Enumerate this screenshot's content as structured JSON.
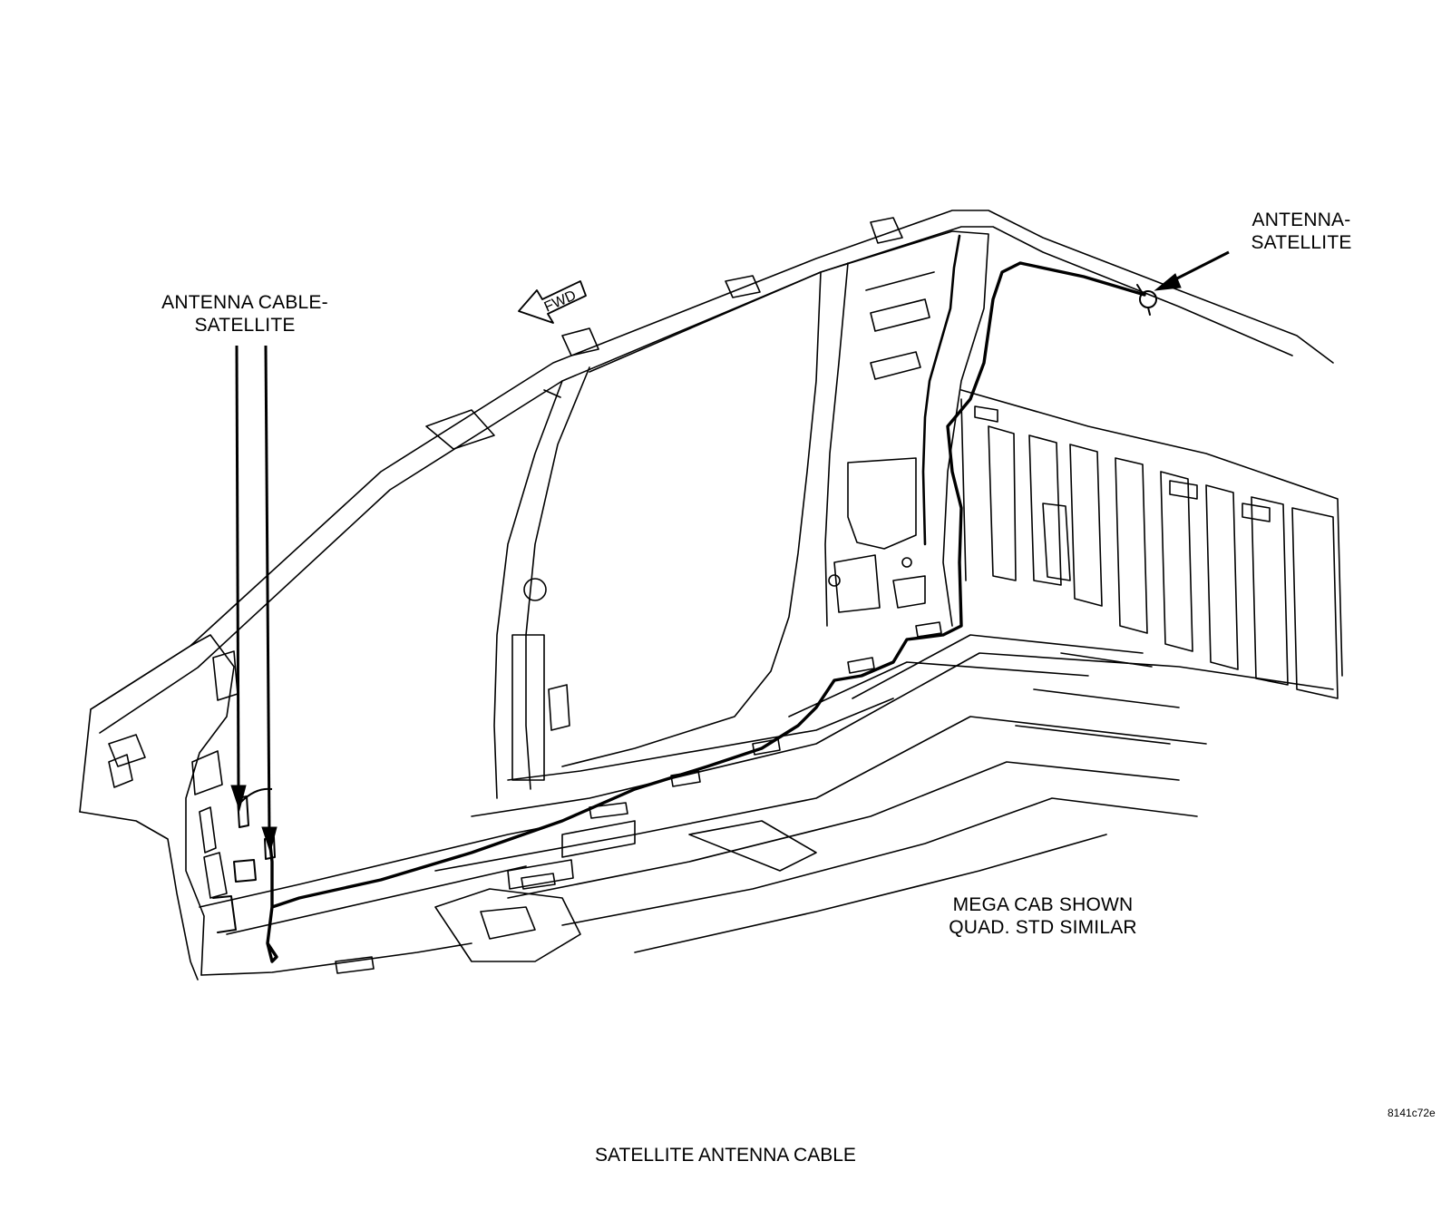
{
  "callouts": {
    "antenna_cable": {
      "line1": "ANTENNA CABLE-",
      "line2": "SATELLITE"
    },
    "antenna": {
      "line1": "ANTENNA-",
      "line2": "SATELLITE"
    },
    "note": {
      "line1": "MEGA CAB SHOWN",
      "line2": "QUAD. STD SIMILAR"
    }
  },
  "direction_arrow": {
    "label": "FWD"
  },
  "figure": {
    "id": "8141c72e",
    "title": "SATELLITE ANTENNA CABLE"
  },
  "colors": {
    "ink": "#000000",
    "background": "#ffffff"
  }
}
